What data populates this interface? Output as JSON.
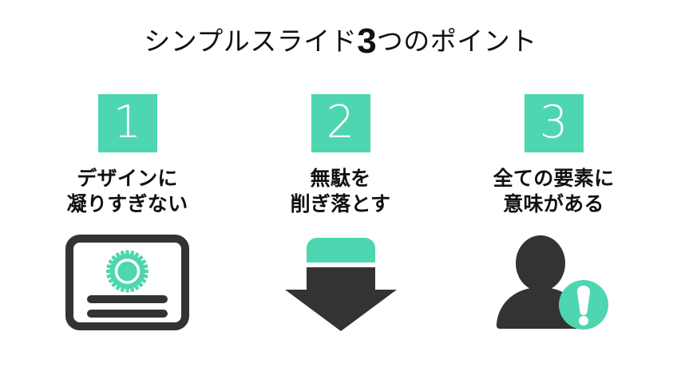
{
  "slide": {
    "background_color": "#ffffff",
    "accent_color": "#4ED6B0",
    "dark_color": "#333333",
    "text_color": "#111111"
  },
  "title": {
    "lead": "シンプルスライド",
    "number": "3",
    "trail": "つのポイント",
    "full": "シンプルスライド3つのポイント"
  },
  "points": [
    {
      "number": "1",
      "caption": "デザインに\n凝りすぎない",
      "caption_line1": "デザインに",
      "caption_line2": "凝りすぎない",
      "icon": "certificate-icon"
    },
    {
      "number": "2",
      "caption": "無駄を\n削ぎ落とす",
      "caption_line1": "無駄を",
      "caption_line2": "削ぎ落とす",
      "icon": "down-arrow-icon"
    },
    {
      "number": "3",
      "caption": "全ての要素に\n意味がある",
      "caption_line1": "全ての要素に",
      "caption_line2": "意味がある",
      "icon": "person-alert-icon"
    }
  ]
}
